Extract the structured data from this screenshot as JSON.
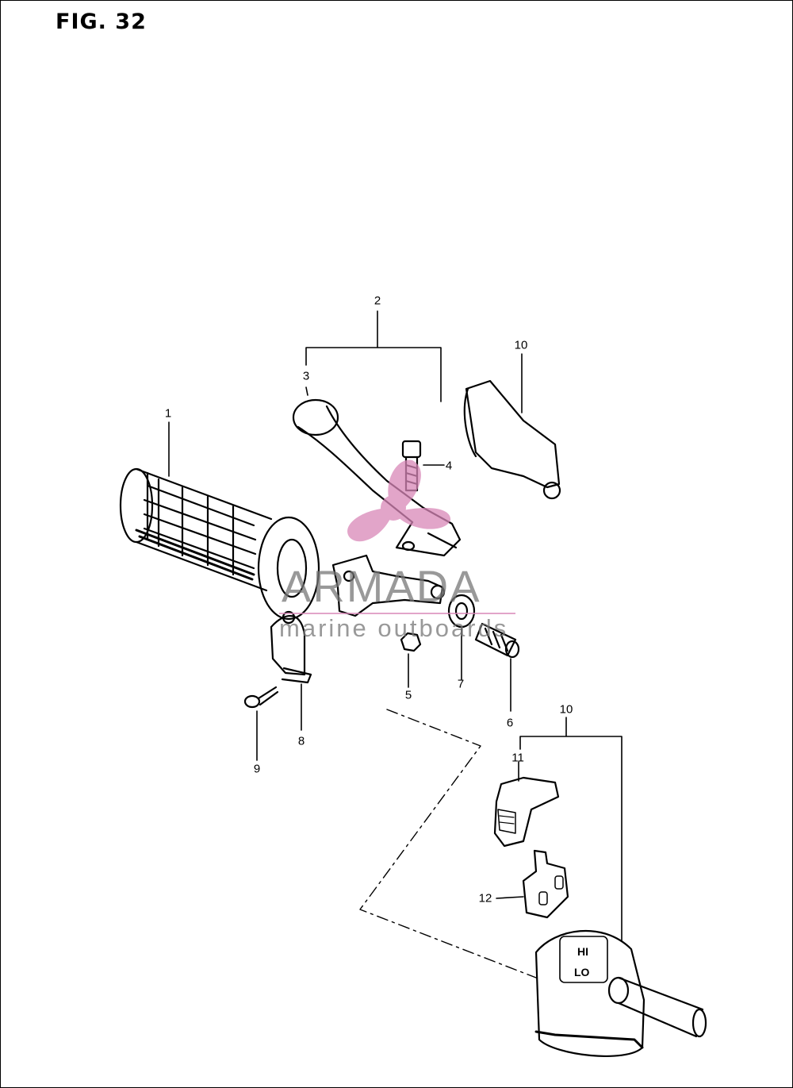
{
  "figure": {
    "title": "FIG. 32"
  },
  "callouts": [
    {
      "id": "1",
      "text": "1"
    },
    {
      "id": "2",
      "text": "2"
    },
    {
      "id": "3",
      "text": "3"
    },
    {
      "id": "4",
      "text": "4"
    },
    {
      "id": "5",
      "text": "5"
    },
    {
      "id": "6",
      "text": "6"
    },
    {
      "id": "7",
      "text": "7"
    },
    {
      "id": "8",
      "text": "8"
    },
    {
      "id": "9",
      "text": "9"
    },
    {
      "id": "10a",
      "text": "10"
    },
    {
      "id": "10b",
      "text": "10"
    },
    {
      "id": "11",
      "text": "11"
    },
    {
      "id": "12",
      "text": "12"
    }
  ],
  "switch_labels": {
    "hi": "HI",
    "lo": "LO"
  },
  "watermark": {
    "brand": "ARMADA",
    "tagline": "marine outboards",
    "color": "#d987b8"
  },
  "colors": {
    "ink": "#000000",
    "paper": "#ffffff"
  }
}
